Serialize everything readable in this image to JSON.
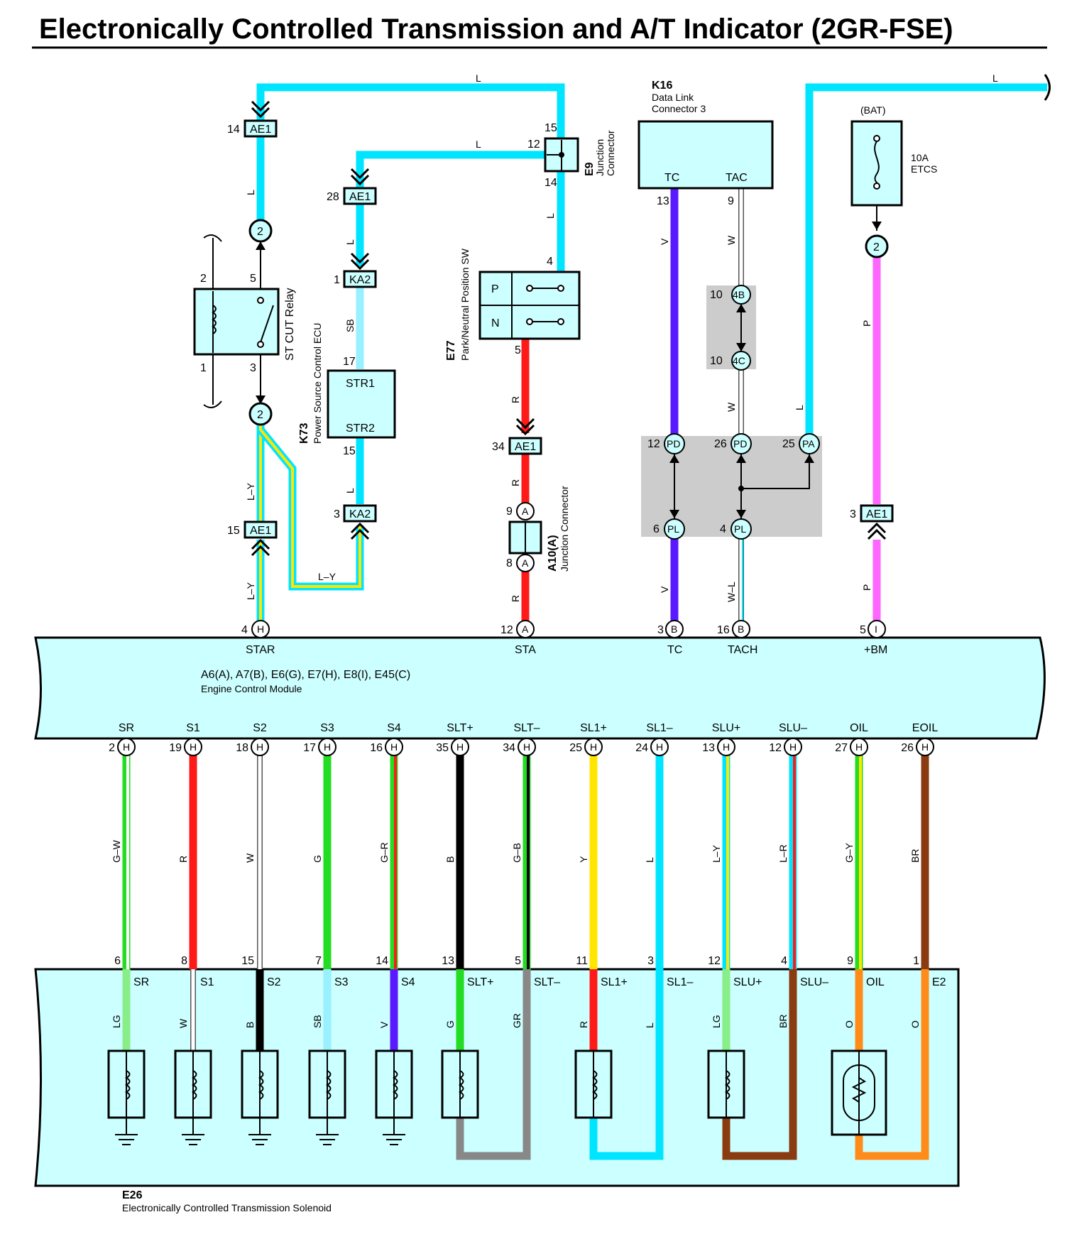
{
  "title": "Electronically Controlled Transmission and A/T Indicator (2GR-FSE)",
  "colors": {
    "L": "#00e5ff",
    "LY_light": "#00e5ff",
    "LY_yellow": "#ffe600",
    "SB": "#99f0ff",
    "R": "#ff1a1a",
    "V": "#5a1aff",
    "W": "#ffffff",
    "P": "#ff66ff",
    "G": "#22dd22",
    "B": "#000000",
    "Y": "#ffe600",
    "LG": "#88ee88",
    "GR": "#888888",
    "BR": "#8a3b10",
    "O": "#ff8c1a",
    "box": "#ccffff",
    "gray": "#cccccc"
  },
  "top": {
    "k16": {
      "code": "K16",
      "name1": "Data Link",
      "name2": "Connector 3",
      "pin_tc": "TC",
      "pin_tac": "TAC"
    },
    "e9": {
      "code": "E9",
      "name1": "Junction",
      "name2": "Connector"
    },
    "e77": {
      "code": "E77",
      "name1": "Park/Neutral Position SW",
      "p": "P",
      "n": "N"
    },
    "k73": {
      "code": "K73",
      "name1": "Power Source Control ECU",
      "str1": "STR1",
      "str2": "STR2"
    },
    "st_cut": {
      "name": "ST CUT Relay"
    },
    "a10": {
      "code": "A10(A)",
      "name": "Junction Connector"
    },
    "fuse": {
      "bat": "(BAT)",
      "amp": "10A",
      "name": "ETCS"
    }
  },
  "tags": {
    "ae1": "AE1",
    "ka2": "KA2",
    "c2": "2",
    "c4b": "4B",
    "c4c": "4C",
    "pd": "PD",
    "pl": "PL",
    "pa": "PA",
    "h": "H",
    "a": "A",
    "b": "B",
    "i": "I"
  },
  "pins": {
    "p14": "14",
    "p15": "15",
    "p12": "12",
    "p28": "28",
    "p1": "1",
    "p2": "2",
    "p5": "5",
    "p3": "3",
    "p17": "17",
    "p4": "4",
    "p34": "34",
    "p9": "9",
    "p8": "8",
    "p13": "13",
    "p10": "10",
    "p26": "26",
    "p25": "25",
    "p6": "6",
    "p16": "16"
  },
  "wires": {
    "L": "L",
    "LY": "L–Y",
    "SB": "SB",
    "R": "R",
    "V": "V",
    "W": "W",
    "WL": "W–L",
    "P": "P"
  },
  "ecm": {
    "name_line": "A6(A), A7(B), E6(G), E7(H), E8(I), E45(C)",
    "name": "Engine Control Module",
    "top_terminals": [
      "STAR",
      "STA",
      "TC",
      "TACH",
      "+BM"
    ],
    "bottom": [
      {
        "term": "SR",
        "pin": "2",
        "wire": "G–W",
        "sol_pin": "6",
        "sol_term": "SR",
        "sol_wire": "LG"
      },
      {
        "term": "S1",
        "pin": "19",
        "wire": "R",
        "sol_pin": "8",
        "sol_term": "S1",
        "sol_wire": "W"
      },
      {
        "term": "S2",
        "pin": "18",
        "wire": "W",
        "sol_pin": "15",
        "sol_term": "S2",
        "sol_wire": "B"
      },
      {
        "term": "S3",
        "pin": "17",
        "wire": "G",
        "sol_pin": "7",
        "sol_term": "S3",
        "sol_wire": "SB"
      },
      {
        "term": "S4",
        "pin": "16",
        "wire": "G–R",
        "sol_pin": "14",
        "sol_term": "S4",
        "sol_wire": "V"
      },
      {
        "term": "SLT+",
        "pin": "35",
        "wire": "B",
        "sol_pin": "13",
        "sol_term": "SLT+",
        "sol_wire": "G"
      },
      {
        "term": "SLT–",
        "pin": "34",
        "wire": "G–B",
        "sol_pin": "5",
        "sol_term": "SLT–",
        "sol_wire": "GR"
      },
      {
        "term": "SL1+",
        "pin": "25",
        "wire": "Y",
        "sol_pin": "11",
        "sol_term": "SL1+",
        "sol_wire": "R"
      },
      {
        "term": "SL1–",
        "pin": "24",
        "wire": "L",
        "sol_pin": "3",
        "sol_term": "SL1–",
        "sol_wire": "L"
      },
      {
        "term": "SLU+",
        "pin": "13",
        "wire": "L–Y",
        "sol_pin": "12",
        "sol_term": "SLU+",
        "sol_wire": "LG"
      },
      {
        "term": "SLU–",
        "pin": "12",
        "wire": "L–R",
        "sol_pin": "4",
        "sol_term": "SLU–",
        "sol_wire": "BR"
      },
      {
        "term": "OIL",
        "pin": "27",
        "wire": "G–Y",
        "sol_pin": "9",
        "sol_term": "OIL",
        "sol_wire": "O"
      },
      {
        "term": "EOIL",
        "pin": "26",
        "wire": "BR",
        "sol_pin": "1",
        "sol_term": "E2",
        "sol_wire": "O"
      }
    ]
  },
  "solenoid": {
    "code": "E26",
    "name": "Electronically Controlled Transmission Solenoid"
  }
}
